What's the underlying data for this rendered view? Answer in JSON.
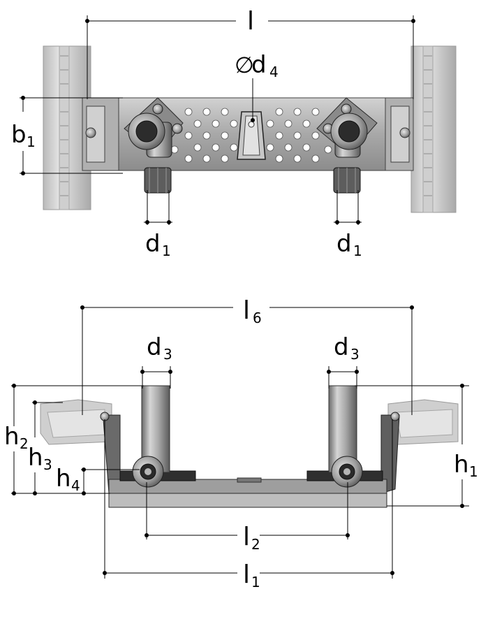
{
  "labels": {
    "l": "l",
    "d4_symbol": "∅",
    "d4_base": "d",
    "d4_sub": "4",
    "b1_base": "b",
    "b1_sub": "1",
    "d1_base": "d",
    "d1_sub": "1",
    "l6_base": "l",
    "l6_sub": "6",
    "d3_base": "d",
    "d3_sub": "3",
    "h2_base": "h",
    "h2_sub": "2",
    "h3_base": "h",
    "h3_sub": "3",
    "h4_base": "h",
    "h4_sub": "4",
    "h1_base": "h",
    "h1_sub": "1",
    "l2_base": "l",
    "l2_sub": "2",
    "l1_base": "l",
    "l1_sub": "1"
  },
  "colors": {
    "line": "#000000",
    "rail": "#c9c9c9",
    "metal": "#9a9a9a",
    "metal_dark": "#4a4a4a",
    "metal_light": "#d8d8d8"
  }
}
